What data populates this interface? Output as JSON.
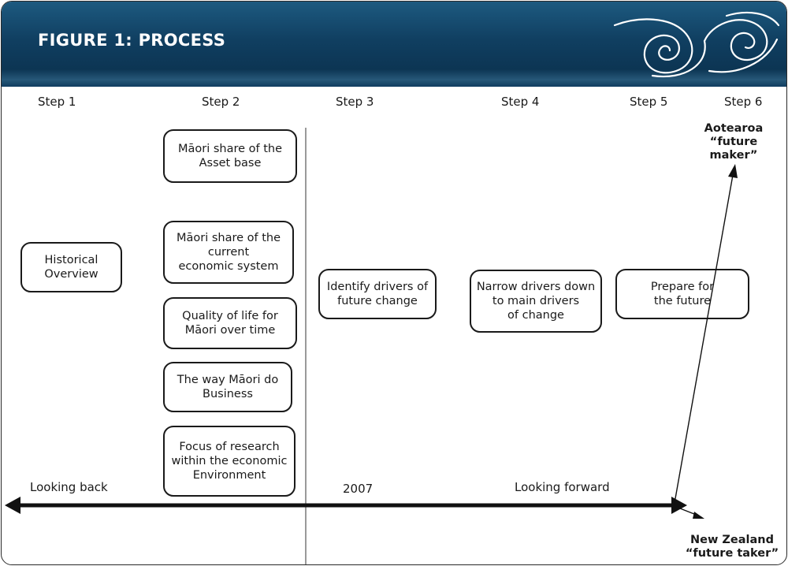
{
  "header": {
    "title": "FIGURE 1: PROCESS",
    "colors": {
      "top": "#1d5a80",
      "bottom": "#0a2f4b",
      "ornament": "#ffffff"
    }
  },
  "steps": [
    "Step 1",
    "Step 2",
    "Step 3",
    "Step 4",
    "Step 5",
    "Step 6"
  ],
  "boxes": {
    "historical_overview": "Historical\nOverview",
    "asset_base": "Māori share of the\nAsset base",
    "economic_system": "Māori share of the\ncurrent\neconomic system",
    "quality_of_life": "Quality of life for\nMāori over time",
    "business": "The way Māori do\nBusiness",
    "research_focus": "Focus of research\nwithin the economic\nEnvironment",
    "identify_drivers": "Identify drivers of\nfuture change",
    "narrow_drivers": "Narrow drivers down\nto main drivers\nof change",
    "prepare_future": "Prepare for\nthe future"
  },
  "timeline": {
    "looking_back": "Looking back",
    "year": "2007",
    "looking_forward": "Looking forward"
  },
  "outcomes": {
    "maker": "Aotearoa\n“future maker”",
    "taker": "New Zealand\n“future taker”"
  }
}
